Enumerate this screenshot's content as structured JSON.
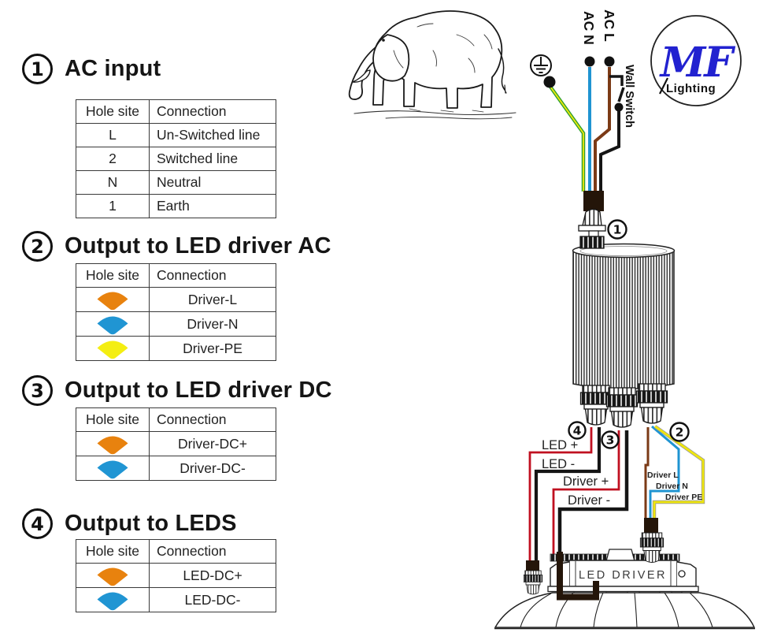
{
  "sections": [
    {
      "num": "1",
      "title": "AC input",
      "headers": {
        "hole": "Hole site",
        "conn": "Connection"
      },
      "rows": [
        {
          "hole": "L",
          "conn": "Un-Switched line"
        },
        {
          "hole": "2",
          "conn": "Switched line"
        },
        {
          "hole": "N",
          "conn": "Neutral"
        },
        {
          "hole": "1",
          "conn": "Earth"
        }
      ]
    },
    {
      "num": "2",
      "title": "Output to LED driver AC",
      "headers": {
        "hole": "Hole site",
        "conn": "Connection"
      },
      "rows": [
        {
          "color": "#e8820e",
          "color_name": "orange",
          "conn": "Driver-L"
        },
        {
          "color": "#2095d3",
          "color_name": "blue",
          "conn": "Driver-N"
        },
        {
          "color": "#f4ee12",
          "color_name": "yellow",
          "conn": "Driver-PE"
        }
      ]
    },
    {
      "num": "3",
      "title": "Output to LED driver DC",
      "headers": {
        "hole": "Hole site",
        "conn": "Connection"
      },
      "rows": [
        {
          "color": "#e8820e",
          "color_name": "orange",
          "conn": "Driver-DC+"
        },
        {
          "color": "#2095d3",
          "color_name": "blue",
          "conn": "Driver-DC-"
        }
      ]
    },
    {
      "num": "4",
      "title": "Output to LEDS",
      "headers": {
        "hole": "Hole site",
        "conn": "Connection"
      },
      "rows": [
        {
          "color": "#e8820e",
          "color_name": "orange",
          "conn": "LED-DC+"
        },
        {
          "color": "#2095d3",
          "color_name": "blue",
          "conn": "LED-DC-"
        }
      ]
    }
  ],
  "diagram": {
    "wire_labels": {
      "ac_n": "AC N",
      "ac_l": "AC L",
      "wall_switch": "Wall Switch",
      "led_plus": "LED +",
      "led_minus": "LED -",
      "driver_plus": "Driver +",
      "driver_minus": "Driver -",
      "driver_l": "Driver L",
      "driver_n": "Driver N",
      "driver_pe": "Driver PE"
    },
    "connectors": {
      "c1": "1",
      "c2": "2",
      "c3": "3",
      "c4": "4"
    },
    "device_label": "LED DRIVER",
    "logo": {
      "brand": "MF",
      "sub": "Lighting",
      "brand_color": "#2222d0"
    },
    "wire_colors": {
      "earth_green": "#2da02d",
      "earth_yellow": "#efe60d",
      "neutral_blue": "#1f94d2",
      "live_brown": "#7b3a16",
      "black": "#151515",
      "red": "#c01020",
      "yellow": "#efe60d",
      "cable_dark": "#241509"
    }
  }
}
